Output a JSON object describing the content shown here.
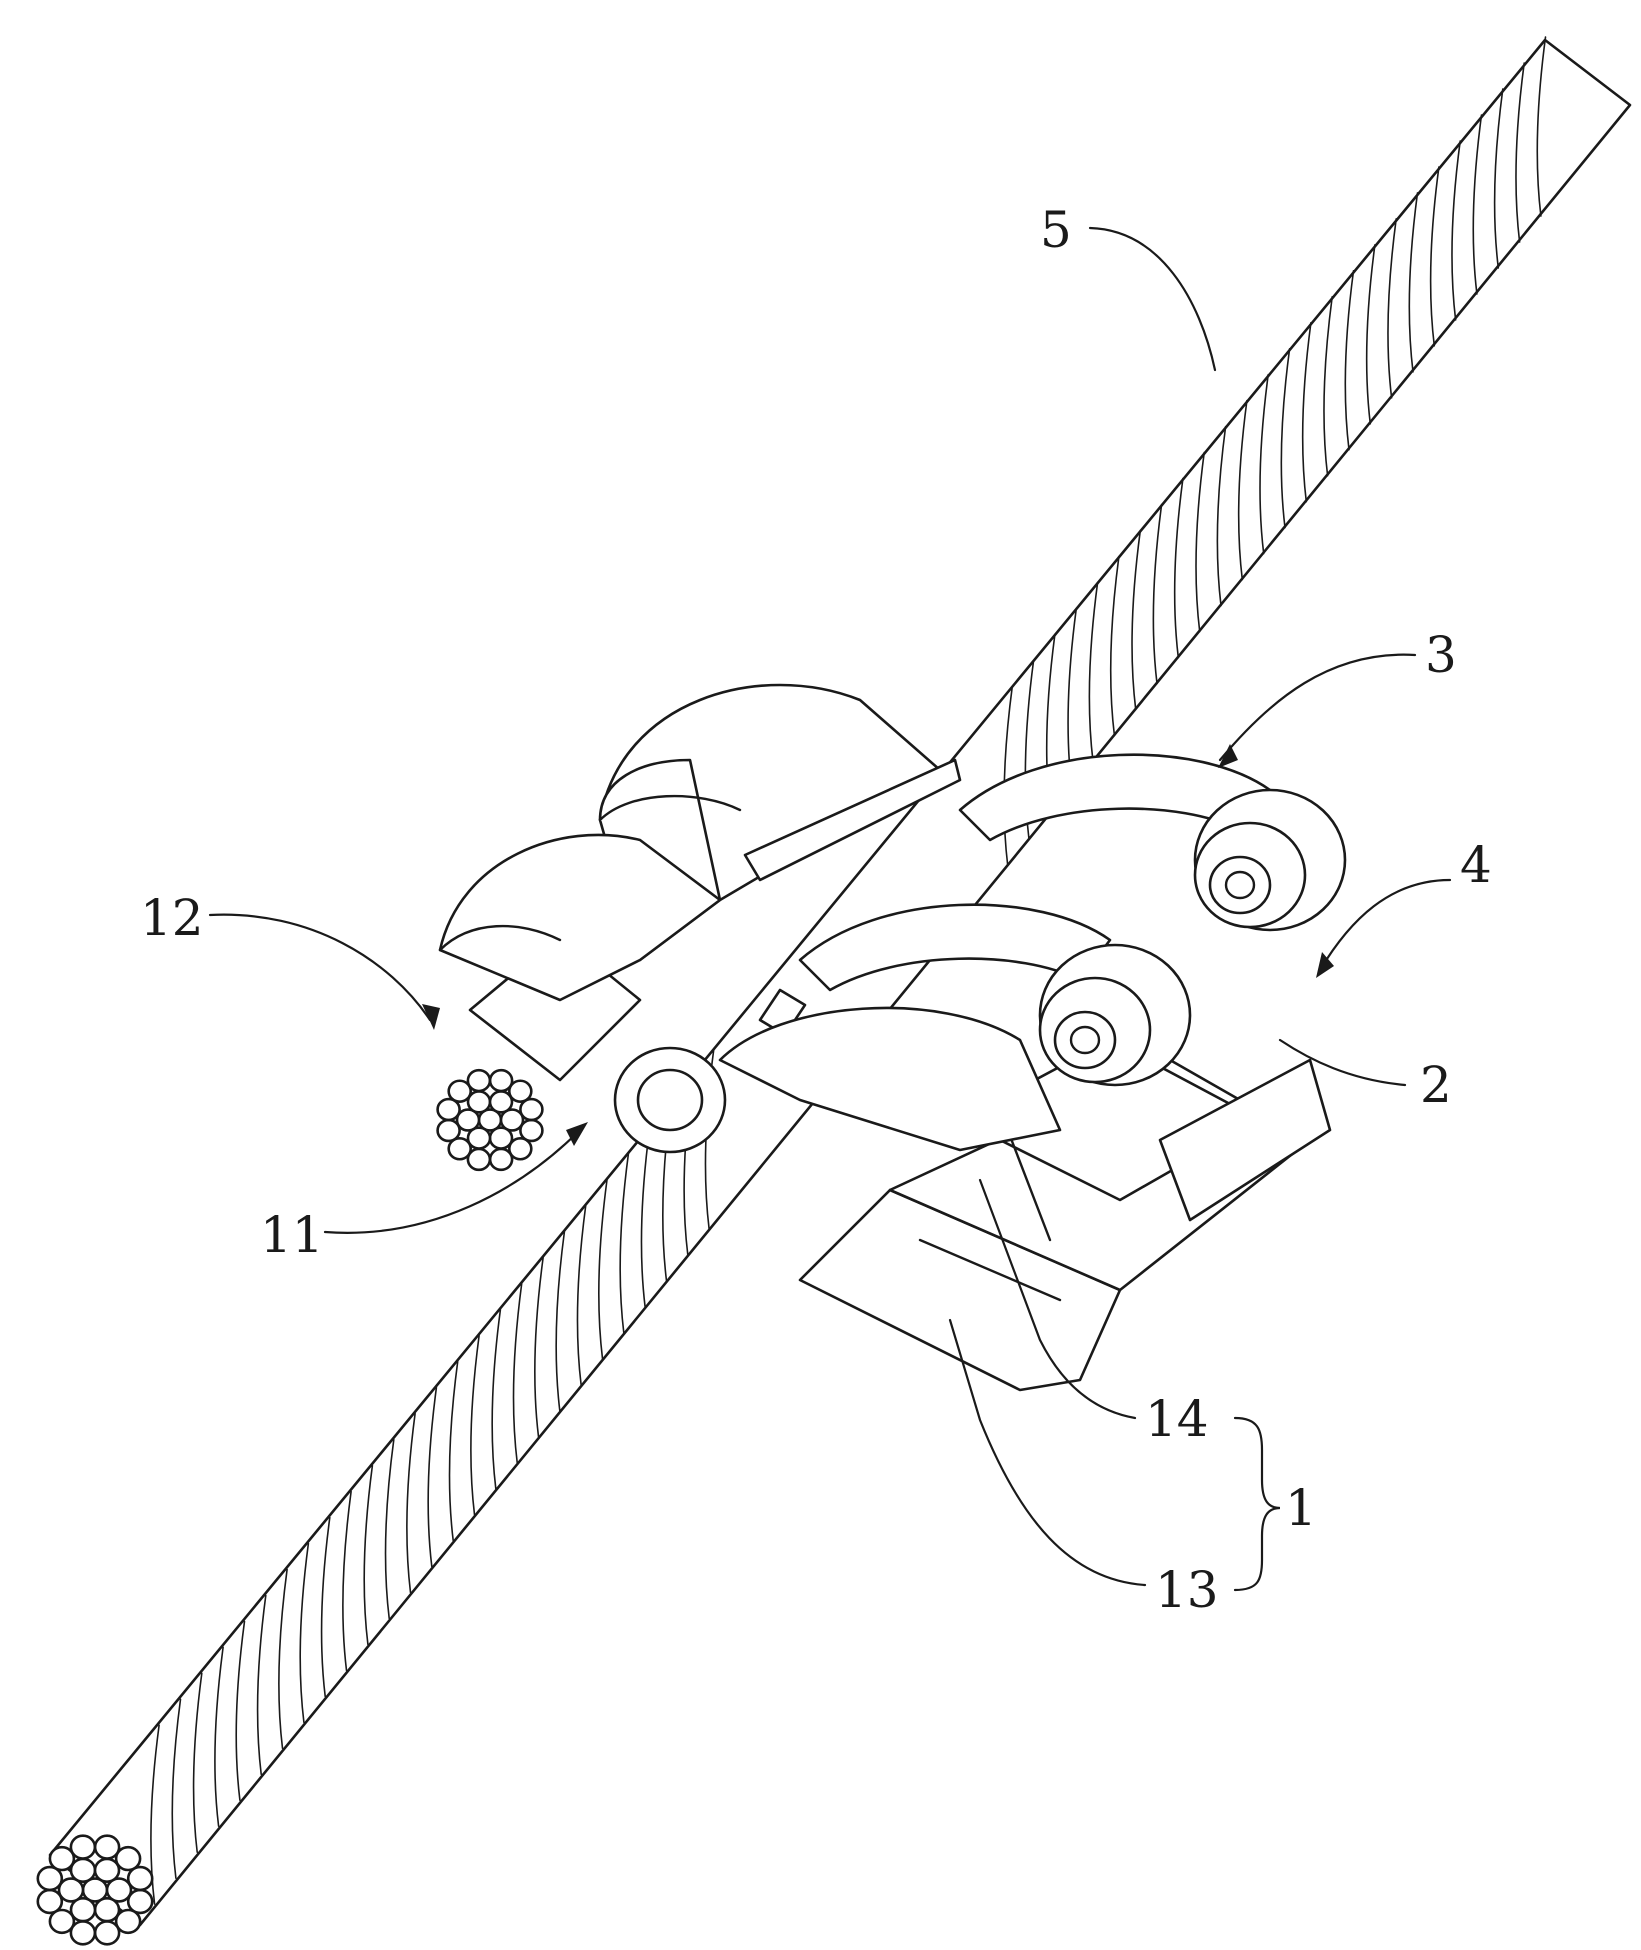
{
  "figure": {
    "labels": {
      "cable": "5",
      "part_3": "3",
      "part_4": "4",
      "part_12": "12",
      "part_2": "2",
      "part_11": "11",
      "part_14": "14",
      "part_1": "1",
      "part_13": "13"
    }
  }
}
